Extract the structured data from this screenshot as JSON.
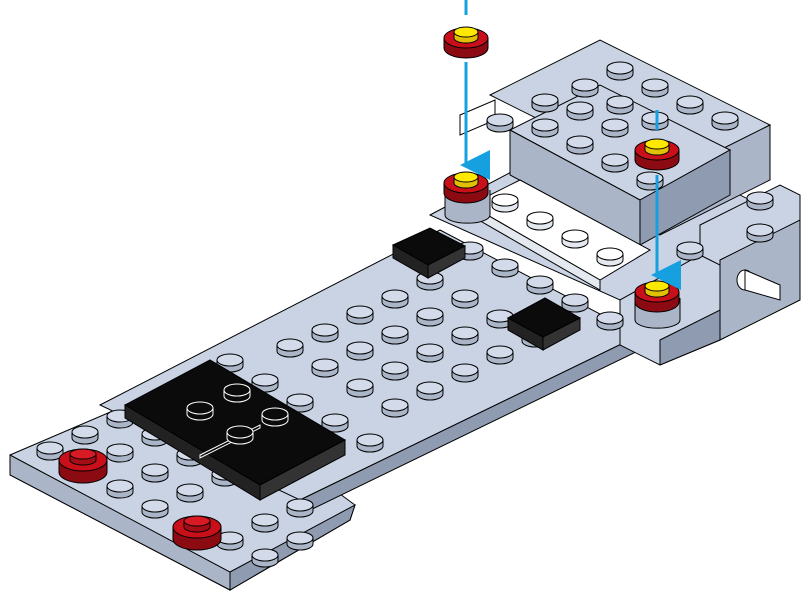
{
  "instruction": {
    "step": "add-round-plates",
    "part": "round-plate-1x1",
    "placed_count": 3,
    "part_color": "red",
    "stud_color": "yellow"
  },
  "palette": {
    "brick_light": "#c9d3e4",
    "brick_light_side": "#aab5c8",
    "brick_light_dark": "#8f9bb0",
    "brick_white": "#ffffff",
    "brick_white_side": "#e4e8ef",
    "brick_black": "#0b0b0b",
    "brick_black_side": "#222222",
    "round_red": "#c9101a",
    "round_red_dark": "#8c0a12",
    "round_yellow": "#ffe800",
    "arrow": "#17a0e0",
    "outline": "#000000"
  }
}
